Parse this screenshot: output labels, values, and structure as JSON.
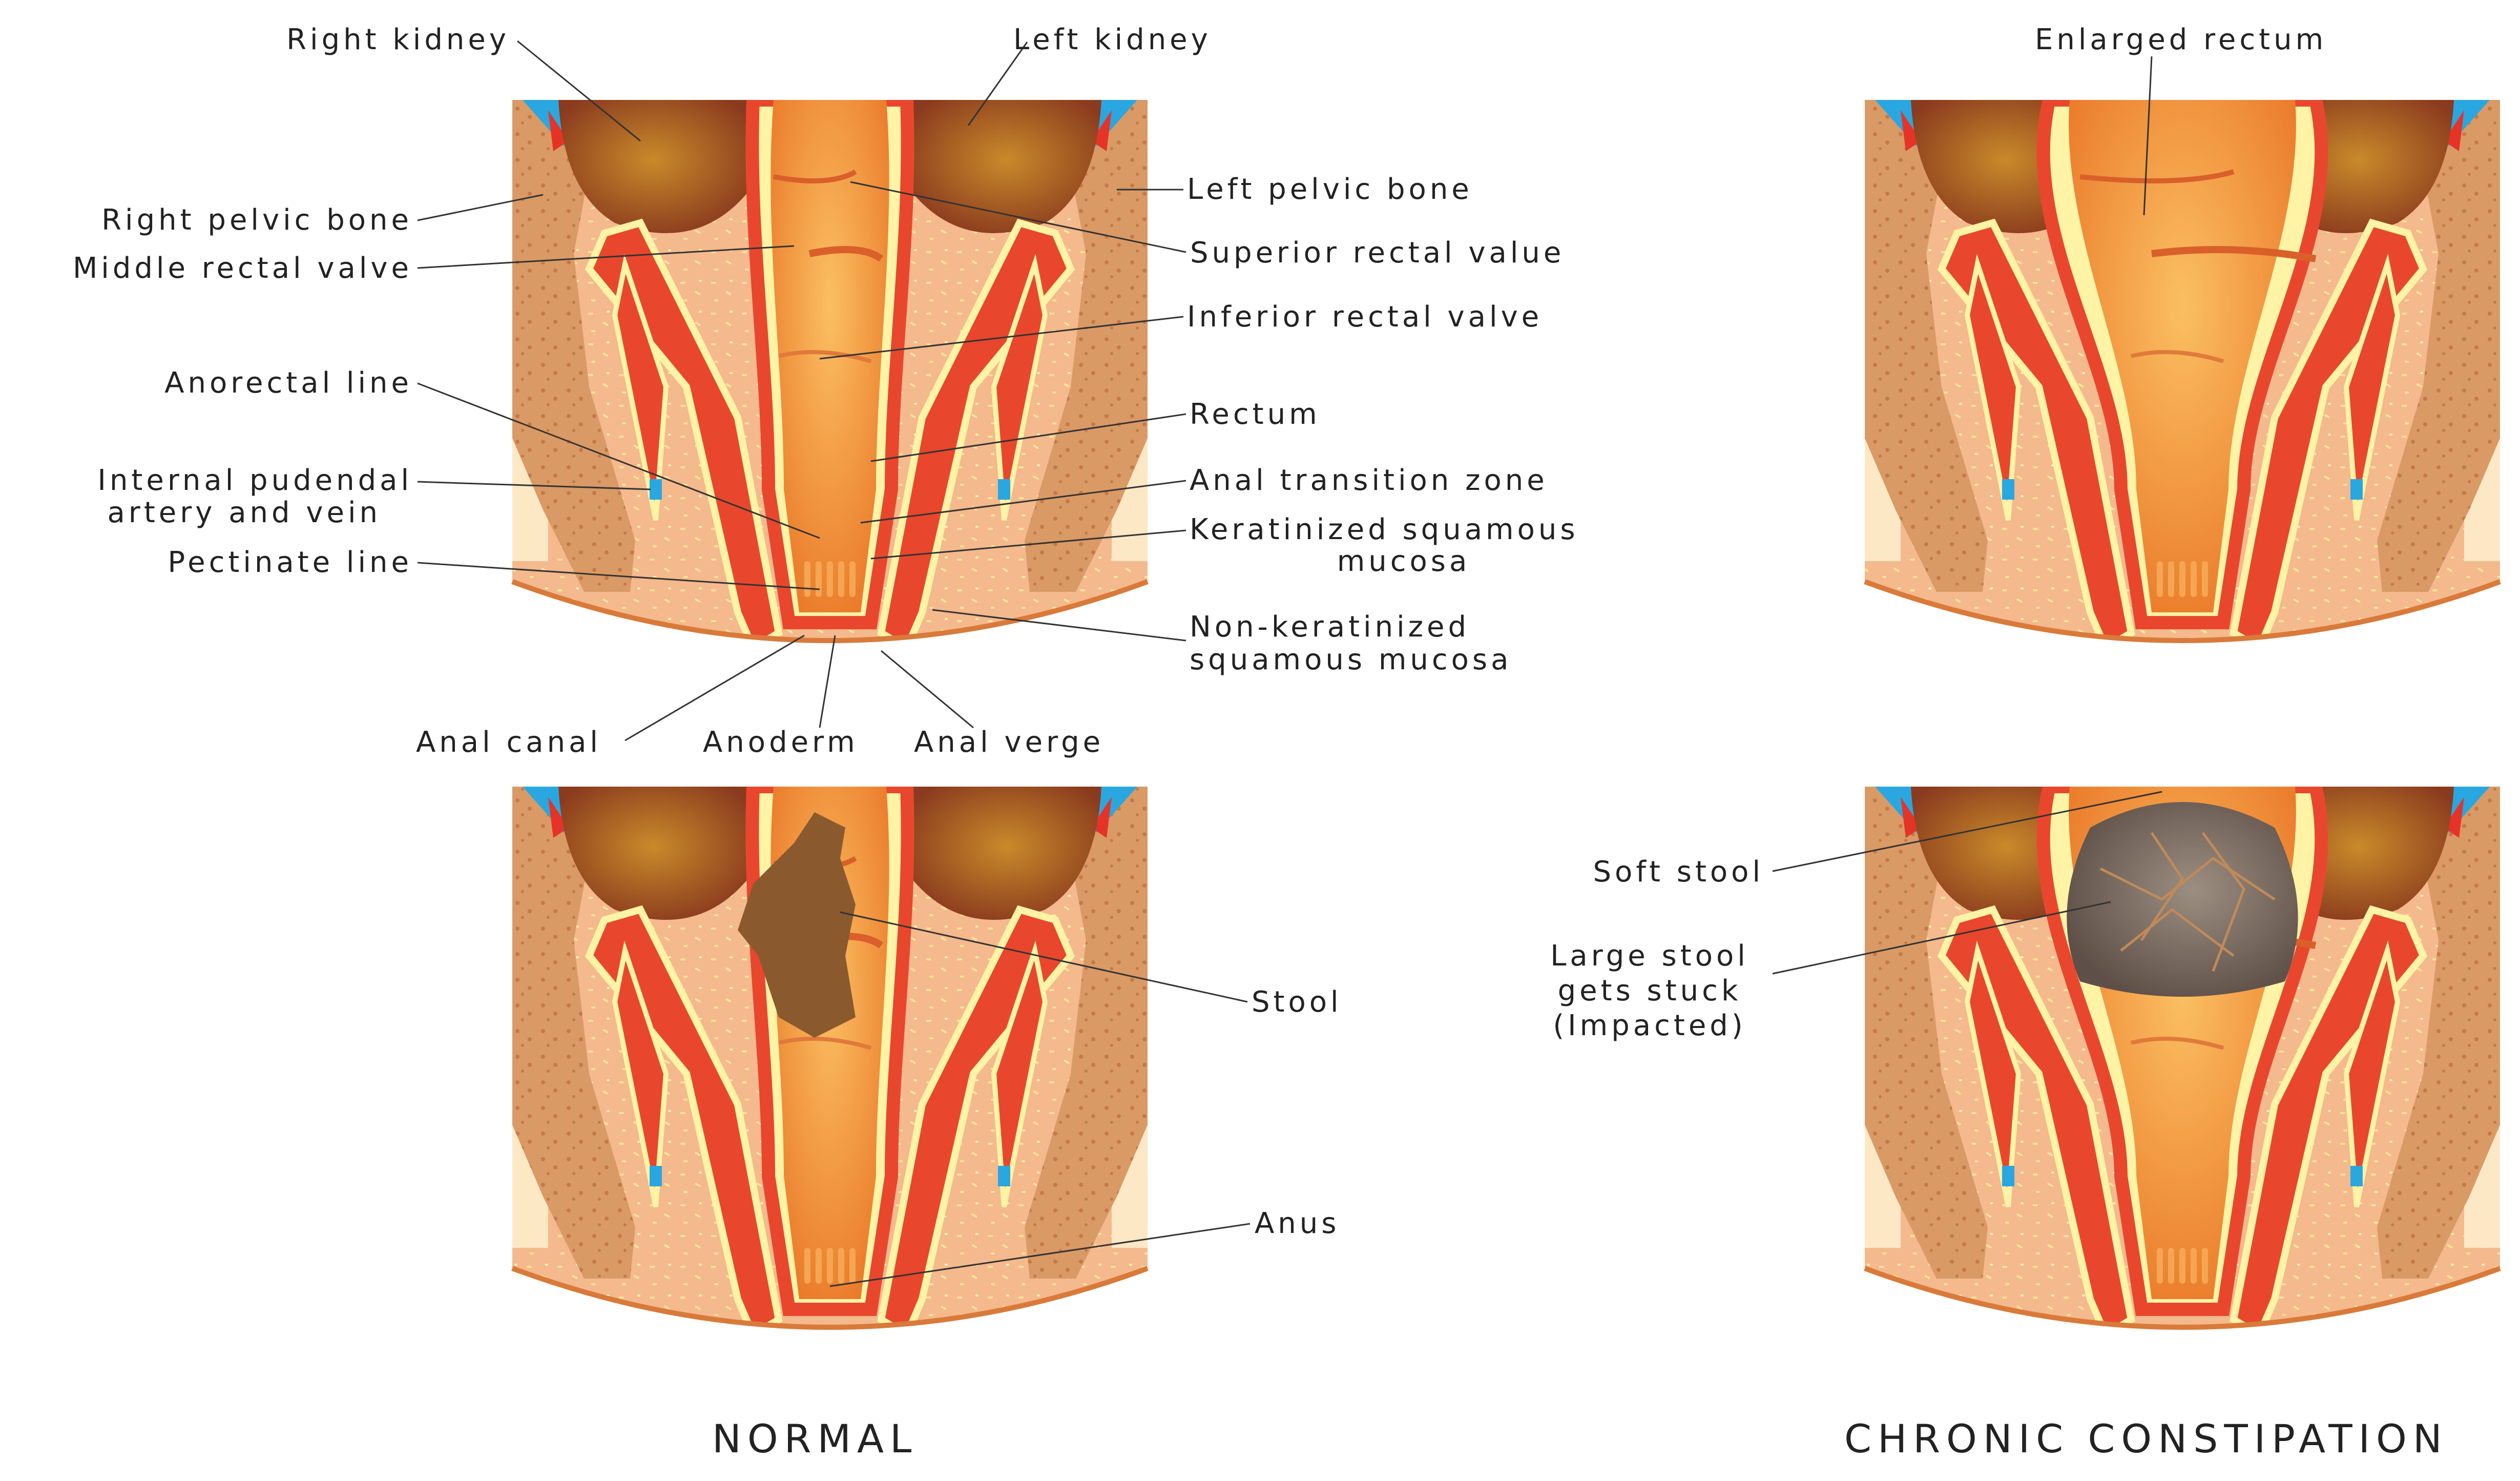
{
  "labels": {
    "right_kidney": "Right kidney",
    "left_kidney": "Left kidney",
    "right_pelvic_bone": "Right pelvic bone",
    "left_pelvic_bone": "Left pelvic bone",
    "middle_rectal_valve": "Middle rectal valve",
    "superior_rectal_value": "Superior rectal value",
    "inferior_rectal_valve": "Inferior rectal valve",
    "anorectal_line": "Anorectal line",
    "rectum": "Rectum",
    "internal_pudendal_1": "Internal pudendal",
    "internal_pudendal_2": "artery and vein",
    "anal_transition_zone": "Anal transition zone",
    "keratinized_1": "Keratinized squamous",
    "keratinized_2": "mucosa",
    "pectinate_line": "Pectinate line",
    "non_keratinized_1": "Non-keratinized",
    "non_keratinized_2": "squamous mucosa",
    "anal_canal": "Anal canal",
    "anoderm": "Anoderm",
    "anal_verge": "Anal verge",
    "stool": "Stool",
    "anus": "Anus",
    "enlarged_rectum": "Enlarged rectum",
    "soft_stool": "Soft stool",
    "large_stool_1": "Large stool",
    "large_stool_2": "gets stuck",
    "large_stool_3": "(Impacted)"
  },
  "captions": {
    "normal": "NORMAL",
    "chronic": "CHRONIC CONSTIPATION"
  },
  "colors": {
    "tissue": "#f4b98c",
    "bone": "#d8935e",
    "muscle": "#e8472e",
    "kidney": "#9c5a22",
    "rectum": "#f0963c",
    "mucosa": "#fff3a6",
    "stool": "#8a5a2e",
    "impacted": "#7a6a5c",
    "artery": "#e63327",
    "vein": "#2aa7e0"
  }
}
